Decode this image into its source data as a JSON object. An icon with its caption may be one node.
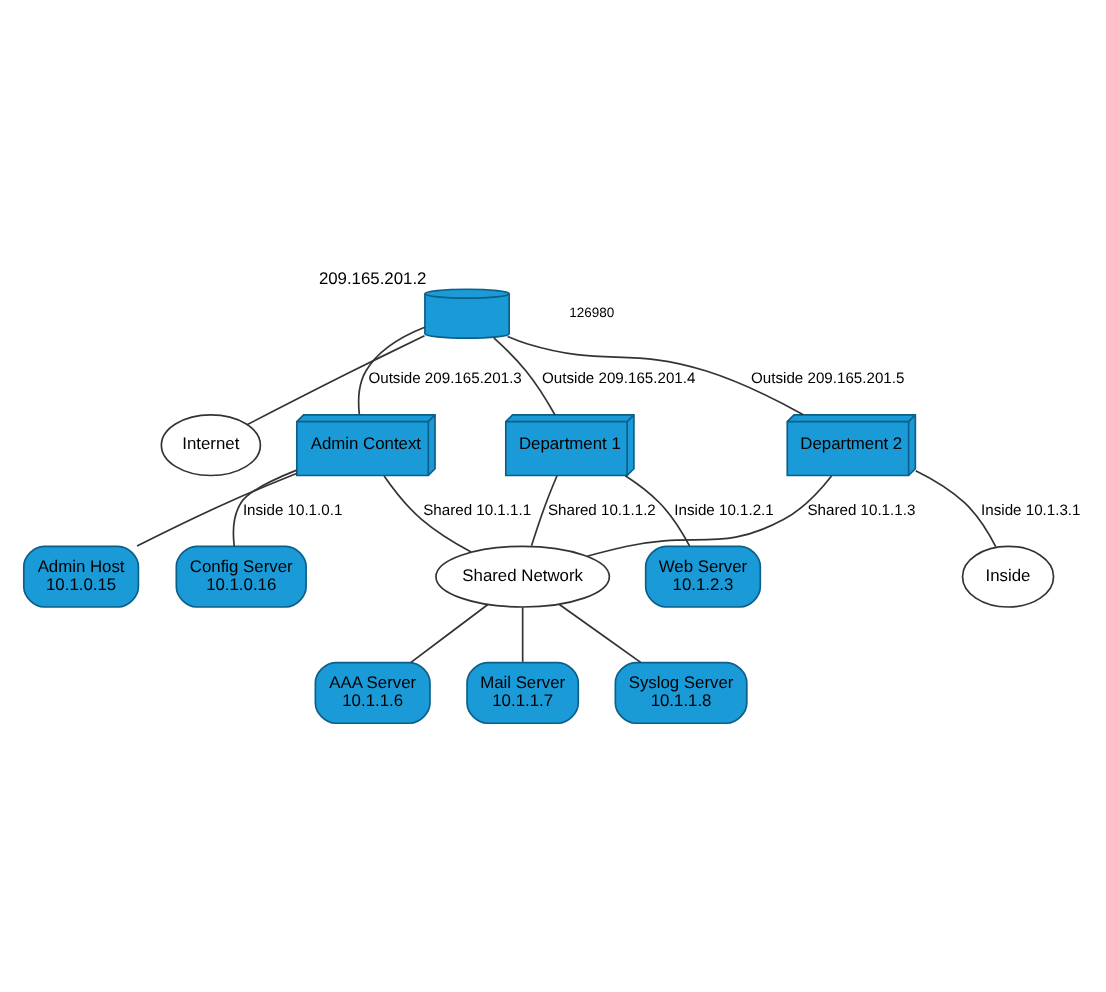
{
  "diagram": {
    "nodes": [
      {
        "text": [
          "Internet"
        ]
      },
      {
        "text": [],
        "shape": "router",
        "beside": [
          "209.165.201.2"
        ]
      },
      {
        "text": [
          "Admin Context"
        ]
      },
      {
        "text": [
          "Department 1"
        ]
      },
      {
        "text": [
          "Department 2"
        ]
      },
      {
        "text": [
          "Config Server",
          "10.1.0.16"
        ]
      },
      {
        "text": [
          "Admin Host",
          "10.1.0.15"
        ]
      },
      {
        "text": [
          "Web Server",
          "10.1.2.3"
        ]
      },
      {
        "text": [
          "Inside"
        ]
      },
      {
        "text": [
          "Shared Network"
        ]
      },
      {
        "text": [
          "AAA Server",
          "10.1.1.6"
        ]
      },
      {
        "text": [
          "Mail Server",
          "10.1.1.7"
        ]
      },
      {
        "text": [
          "Syslog Server",
          "10.1.1.8"
        ]
      }
    ],
    "edges": [
      {
        "from": 1,
        "to": 0,
        "arrow": "none"
      },
      {
        "from": 1,
        "to": 2,
        "arrow": "none",
        "label": "Outside 209.165.201.3"
      },
      {
        "from": 1,
        "to": 3,
        "arrow": "none",
        "label": "Outside 209.165.201.4"
      },
      {
        "from": 1,
        "to": 4,
        "arrow": "none",
        "label": "Outside 209.165.201.5"
      },
      {
        "from": 2,
        "to": 5,
        "arrow": "none",
        "label": "Inside 10.1.0.1"
      },
      {
        "from": 2,
        "to": 6,
        "arrow": "none"
      },
      {
        "from": 2,
        "to": 9,
        "arrow": "none",
        "label": "Shared 10.1.1.1"
      },
      {
        "from": 3,
        "to": 7,
        "arrow": "none",
        "label": "Inside 10.1.2.1"
      },
      {
        "from": 3,
        "to": 9,
        "arrow": "none",
        "label": "Shared 10.1.1.2"
      },
      {
        "from": 4,
        "to": 8,
        "arrow": "none",
        "label": "Inside 10.1.3.1"
      },
      {
        "from": 4,
        "to": 9,
        "arrow": "none",
        "label": "Shared 10.1.1.3"
      },
      {
        "from": 9,
        "to": 10,
        "arrow": "none"
      },
      {
        "from": 9,
        "to": 11,
        "arrow": "none"
      },
      {
        "from": 9,
        "to": 12,
        "arrow": "none"
      }
    ],
    "labels": [
      "126980"
    ]
  }
}
